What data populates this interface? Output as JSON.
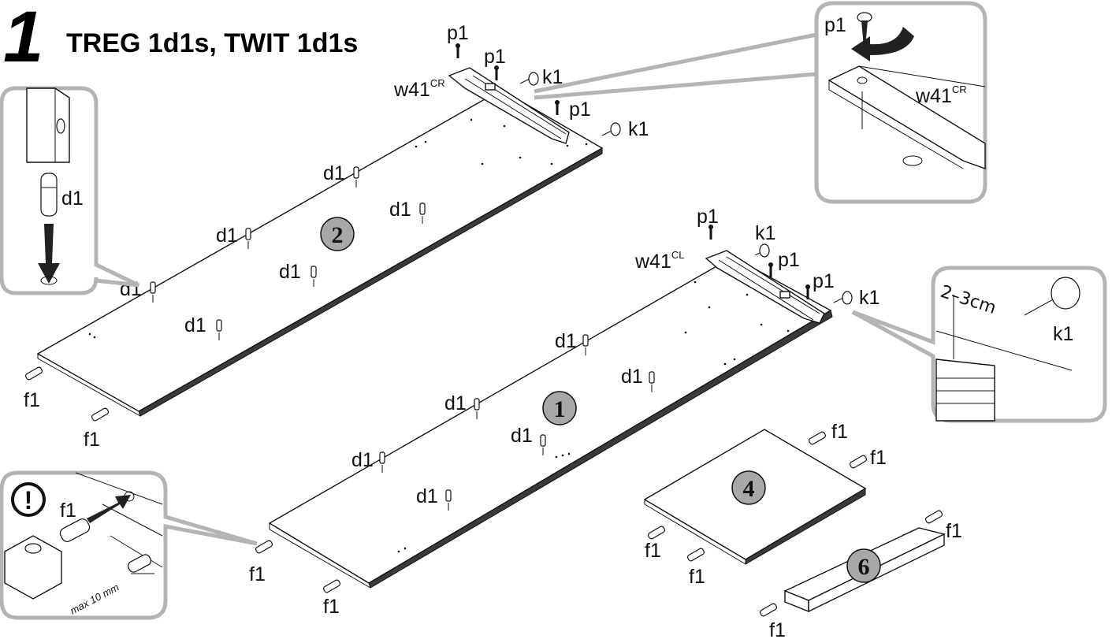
{
  "header": {
    "step_number": "1",
    "title": "TREG 1d1s, TWIT 1d1s"
  },
  "parts": {
    "panel_top": "2",
    "panel_bottom": "1",
    "shelf": "4",
    "strip": "6"
  },
  "hardware": {
    "d1": "d1",
    "f1": "f1",
    "k1": "k1",
    "p1": "p1",
    "w41": "w41",
    "sup_cr": "CR",
    "sup_cl": "CL"
  },
  "callouts": {
    "distance": "2–3cm",
    "max_depth": "max 10 mm",
    "warning_symbol": "!"
  },
  "colors": {
    "callout_border": "#b4b4b4",
    "badge_fill": "#a8a8a8",
    "edge_fill": "#3a3a3a"
  },
  "icons": [
    "screw-icon",
    "rotate-arrow-icon",
    "down-arrow-icon",
    "insert-arrow-icon",
    "warning-icon"
  ]
}
